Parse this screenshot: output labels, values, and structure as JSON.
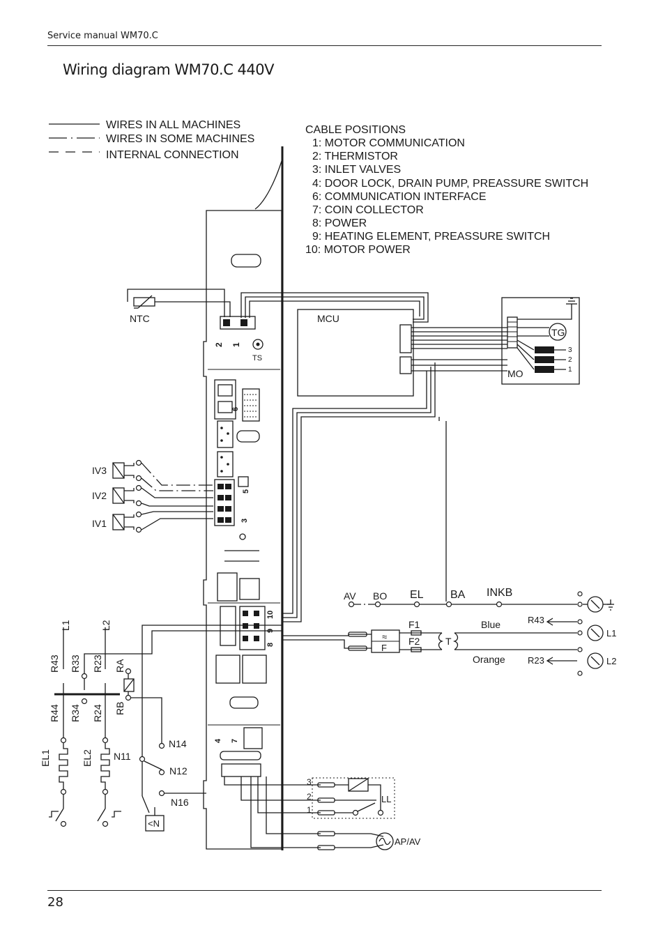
{
  "header": {
    "manual": "Service manual WM70.C",
    "page_number": "28"
  },
  "title": "Wiring diagram WM70.C 440V",
  "legend": [
    {
      "style": "solid",
      "label": "WIRES IN ALL MACHINES"
    },
    {
      "style": "dash-dot",
      "label": "WIRES IN SOME MACHINES"
    },
    {
      "style": "dashed",
      "label": "INTERNAL CONNECTION"
    }
  ],
  "cable_positions": {
    "heading": "CABLE POSITIONS",
    "items": [
      "1: MOTOR COMMUNICATION",
      "2: THERMISTOR",
      "3: INLET VALVES",
      "4: DOOR LOCK, DRAIN PUMP, PREASSURE SWITCH",
      "6: COMMUNICATION INTERFACE",
      "7: COIN COLLECTOR",
      "8: POWER",
      "9: HEATING ELEMENT, PREASSURE SWITCH",
      "10: MOTOR POWER"
    ]
  },
  "labels": {
    "ntc": "NTC",
    "mcu": "MCU",
    "ts": "TS",
    "mo": "MO",
    "tg": "TG",
    "mo_1": "1",
    "mo_2": "2",
    "mo_3": "3",
    "iv3": "IV3",
    "iv2": "IV2",
    "iv1": "IV1",
    "av": "AV",
    "bo": "BO",
    "el": "EL",
    "ba": "BA",
    "inkb": "INKB",
    "f1": "F1",
    "f2": "F2",
    "f": "F",
    "t": "T",
    "blue": "Blue",
    "orange": "Orange",
    "r43_right": "R43",
    "r23_right": "R23",
    "l1_right": "L1",
    "l2_right": "L2",
    "l1_left": "L1",
    "l2_left": "L2",
    "r43": "R43",
    "r33": "R33",
    "r23": "R23",
    "ra": "RA",
    "r44": "R44",
    "r34": "R34",
    "r24": "R24",
    "rb": "RB",
    "n14": "N14",
    "n11": "N11",
    "n12": "N12",
    "n16": "N16",
    "el1": "EL1",
    "el2": "EL2",
    "pn": "<N",
    "ll": "LL",
    "ll_3": "3",
    "ll_2": "2",
    "ll_1": "1",
    "apav": "AP/AV",
    "pcb_2": "2",
    "pcb_1": "1",
    "pcb_6": "6",
    "pcb_5": "5",
    "pcb_3": "3",
    "pcb_10": "10",
    "pcb_9": "9",
    "pcb_8": "8",
    "pcb_4": "4",
    "pcb_7": "7"
  },
  "colors": {
    "ink": "#1a1a1a",
    "paper": "#ffffff"
  }
}
